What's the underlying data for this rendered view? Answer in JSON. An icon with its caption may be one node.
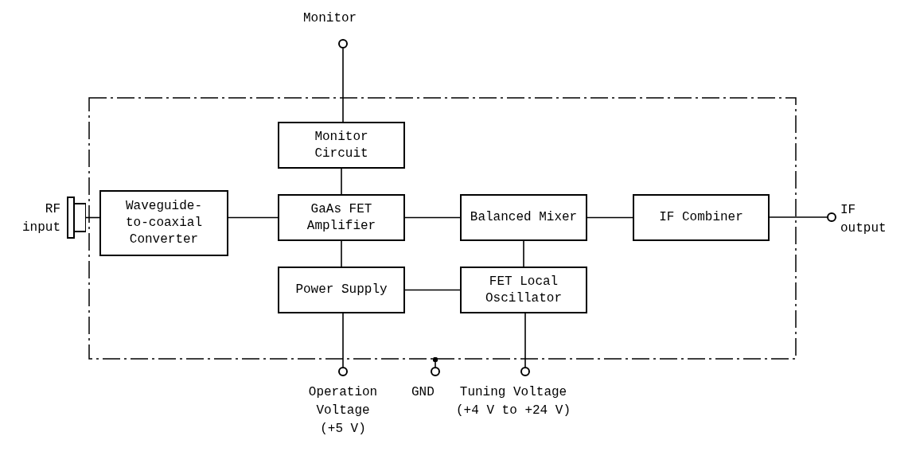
{
  "diagram": {
    "nodes": [
      {
        "text": [],
        "shape": "box"
      },
      {
        "text": [],
        "shape": "circle",
        "beside": [
          "Monitor"
        ]
      },
      {
        "text": [
          "Monitor Circuit"
        ],
        "in": 0
      },
      {
        "text": [],
        "shape": "box",
        "beside": [
          "RF input"
        ]
      },
      {
        "text": [
          "Waveguide-to-coaxial Converter"
        ],
        "in": 0
      },
      {
        "text": [
          "GaAs FET Amplifier"
        ],
        "in": 0
      },
      {
        "text": [
          "Balanced Mixer"
        ],
        "in": 0
      },
      {
        "text": [
          "IF Combiner"
        ],
        "in": 0
      },
      {
        "text": [],
        "shape": "circle",
        "beside": [
          "IF output"
        ]
      },
      {
        "text": [
          "Power Supply"
        ],
        "in": 0
      },
      {
        "text": [
          "FET Local Oscillator"
        ],
        "in": 0
      },
      {
        "text": [],
        "shape": "circle",
        "beside": [
          "Operation Voltage (+5 V)"
        ]
      },
      {
        "text": [],
        "shape": "circle",
        "beside": [
          "GND"
        ]
      },
      {
        "text": [],
        "shape": "circle",
        "beside": [
          "Tuning Voltage (+4 V to +24 V)"
        ]
      }
    ],
    "edges": [
      {
        "from": 1,
        "to": 2,
        "arrow": "none"
      },
      {
        "from": 2,
        "to": 5,
        "arrow": "none"
      },
      {
        "from": 3,
        "to": 4,
        "arrow": "none"
      },
      {
        "from": 4,
        "to": 5,
        "arrow": "none"
      },
      {
        "from": 5,
        "to": 6,
        "arrow": "none"
      },
      {
        "from": 6,
        "to": 7,
        "arrow": "none"
      },
      {
        "from": 7,
        "to": 8,
        "arrow": "none"
      },
      {
        "from": 5,
        "to": 9,
        "arrow": "none"
      },
      {
        "from": 6,
        "to": 10,
        "arrow": "none"
      },
      {
        "from": 9,
        "to": 10,
        "arrow": "none"
      },
      {
        "from": 9,
        "to": 11,
        "arrow": "none"
      },
      {
        "from": 10,
        "to": 13,
        "arrow": "none"
      },
      {
        "from": 0,
        "to": 12,
        "arrow": "other"
      }
    ]
  }
}
